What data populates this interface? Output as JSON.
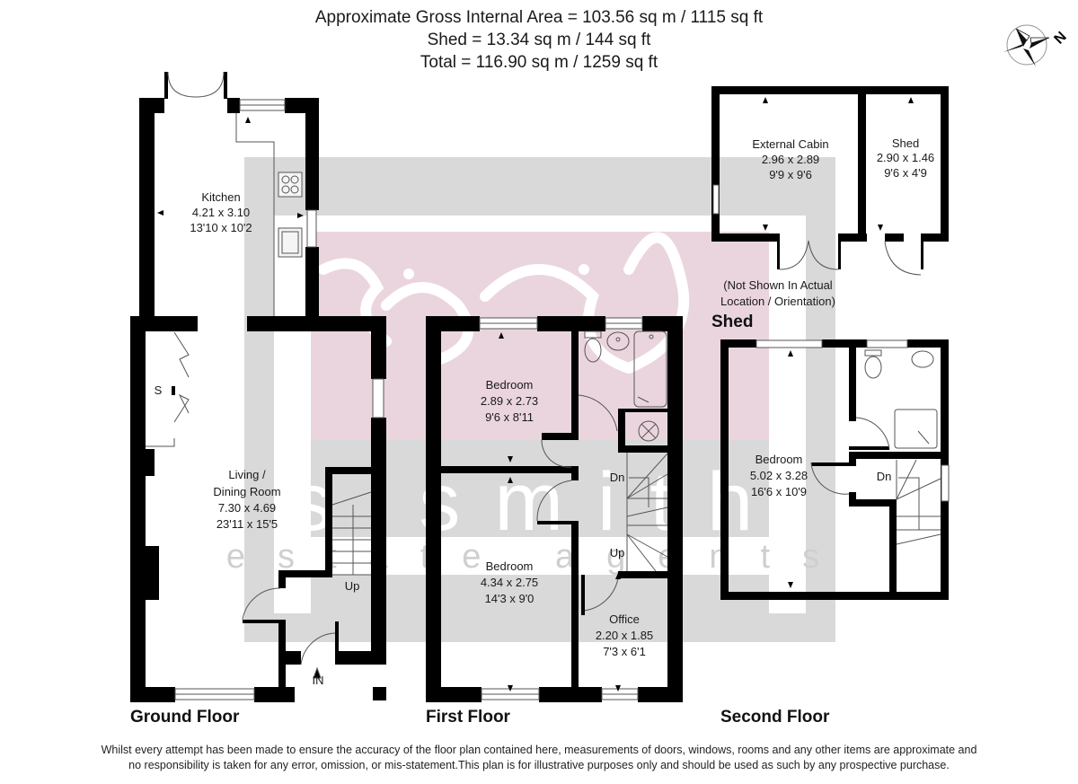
{
  "header": {
    "line1": "Approximate Gross Internal Area = 103.56 sq m / 1115 sq ft",
    "line2": "Shed = 13.34 sq m / 144 sq ft",
    "line3": "Total = 116.90 sq m / 1259 sq ft"
  },
  "compass": {
    "icon": "north-compass-icon",
    "label": "N"
  },
  "watermark": {
    "brand": "sjsmith",
    "tagline": "estate agents",
    "colors": {
      "grey": "#d9d9d9",
      "pink": "#ead5de",
      "accent": "#e8a0a8"
    }
  },
  "floors": {
    "ground": {
      "title": "Ground Floor",
      "rooms": [
        {
          "name": "Kitchen",
          "metric": "4.21 x 3.10",
          "imperial": "13'10 x 10'2"
        },
        {
          "name_line1": "Living /",
          "name_line2": "Dining Room",
          "metric": "7.30 x 4.69",
          "imperial": "23'11 x 15'5"
        }
      ],
      "storage_label": "S",
      "stairs_label": "Up",
      "entrance_label": "IN"
    },
    "first": {
      "title": "First Floor",
      "rooms": [
        {
          "name": "Bedroom",
          "metric": "2.89 x 2.73",
          "imperial": "9'6 x 8'11"
        },
        {
          "name": "Bedroom",
          "metric": "4.34 x 2.75",
          "imperial": "14'3 x 9'0"
        },
        {
          "name": "Office",
          "metric": "2.20 x 1.85",
          "imperial": "7'3 x 6'1"
        }
      ],
      "stairs_down_label": "Dn",
      "stairs_up_label": "Up"
    },
    "second": {
      "title": "Second Floor",
      "rooms": [
        {
          "name": "Bedroom",
          "metric": "5.02 x 3.28",
          "imperial": "16'6 x 10'9"
        }
      ],
      "stairs_down_label": "Dn"
    },
    "shed": {
      "title": "Shed",
      "note_line1": "(Not Shown In Actual",
      "note_line2": "Location / Orientation)",
      "rooms": [
        {
          "name": "External Cabin",
          "metric": "2.96 x 2.89",
          "imperial": "9'9 x 9'6"
        },
        {
          "name": "Shed",
          "metric": "2.90 x 1.46",
          "imperial": "9'6 x 4'9"
        }
      ]
    }
  },
  "disclaimer": {
    "line1": "Whilst every attempt has been made to ensure the accuracy of the floor plan contained here, measurements of doors, windows, rooms and any other items are approximate and",
    "line2": "no responsibility is taken for any error, omission, or mis-statement.This plan is for illustrative purposes only and should be used as such by any prospective purchase."
  }
}
